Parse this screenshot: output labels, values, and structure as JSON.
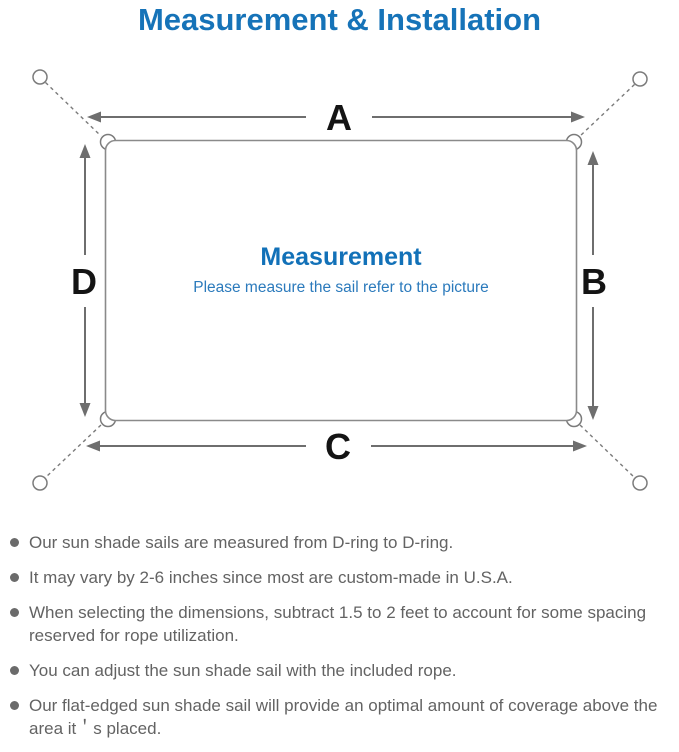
{
  "title": {
    "text": "Measurement & Installation"
  },
  "diagram": {
    "labels": {
      "top": "A",
      "right": "B",
      "bottom": "C",
      "left": "D"
    },
    "center": {
      "heading": "Measurement",
      "subheading": "Please measure the sail refer to the picture"
    }
  },
  "notes": {
    "items": [
      "Our sun shade sails are measured from D-ring to D-ring.",
      "It may vary by 2-6 inches since most are custom-made in U.S.A.",
      "When selecting the dimensions, subtract 1.5 to 2 feet to account for some spacing reserved for rope utilization.",
      "You can adjust the sun shade sail with the included rope.",
      "Our flat-edged sun shade sail will provide an optimal amount of coverage above the area it＇s placed."
    ]
  },
  "colors": {
    "title_blue": "#1673b8",
    "heading_blue": "#1271b8",
    "subtitle_blue": "#2b7abc",
    "outline_gray": "#8a8a8a",
    "rope_gray": "#7b7b7b",
    "arrow_gray": "#6e6e6e",
    "note_text_gray": "#636363",
    "dim_label_black": "#141414"
  }
}
